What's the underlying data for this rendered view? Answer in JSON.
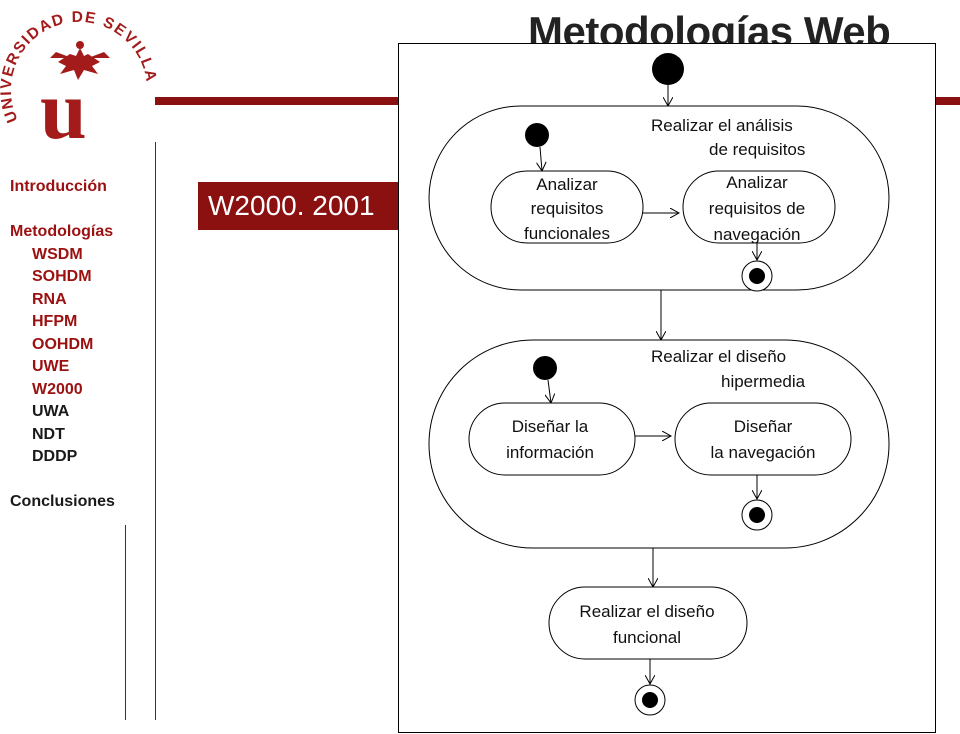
{
  "header": {
    "title": "Metodologías Web",
    "subtitle_fragment": "as"
  },
  "section_banner": "W2000. 2001",
  "sidebar": {
    "items": [
      {
        "label": "Introducción",
        "level": 0,
        "color": "#9b1111"
      },
      {
        "label": "Metodologías",
        "level": 0,
        "color": "#9b1111"
      },
      {
        "label": "WSDM",
        "level": 1,
        "color": "#9b1111"
      },
      {
        "label": "SOHDM",
        "level": 1,
        "color": "#9b1111"
      },
      {
        "label": "RNA",
        "level": 1,
        "color": "#9b1111"
      },
      {
        "label": "HFPM",
        "level": 1,
        "color": "#9b1111"
      },
      {
        "label": "OOHDM",
        "level": 1,
        "color": "#9b1111"
      },
      {
        "label": "UWE",
        "level": 1,
        "color": "#9b1111"
      },
      {
        "label": "W2000",
        "level": 1,
        "color": "#9b1111"
      },
      {
        "label": "UWA",
        "level": 1,
        "color": "#1a1a1a"
      },
      {
        "label": "NDT",
        "level": 1,
        "color": "#1a1a1a"
      },
      {
        "label": "DDDP",
        "level": 1,
        "color": "#1a1a1a"
      },
      {
        "label": "Conclusiones",
        "level": 0,
        "color": "#1a1a1a"
      }
    ]
  },
  "logo": {
    "text": "UNIVERSIDAD DE SEVILLA",
    "letter": "u",
    "color": "#a31b1b"
  },
  "diagram": {
    "analysis_group": {
      "label_line1": "Realizar el análisis",
      "label_line2": "de requisitos",
      "act1": [
        "Analizar",
        "requisitos",
        "funcionales"
      ],
      "act2": [
        "Analizar",
        "requisitos de",
        "navegación"
      ]
    },
    "design_group": {
      "label_line1": "Realizar el diseño",
      "label_line2": "hipermedia",
      "act1": [
        "Diseñar la",
        "información"
      ],
      "act2": [
        "Diseñar",
        "la navegación"
      ]
    },
    "final_activity": [
      "Realizar el diseño",
      "funcional"
    ]
  },
  "colors": {
    "brand_red": "#8b1010",
    "nav_red": "#9b1111"
  }
}
